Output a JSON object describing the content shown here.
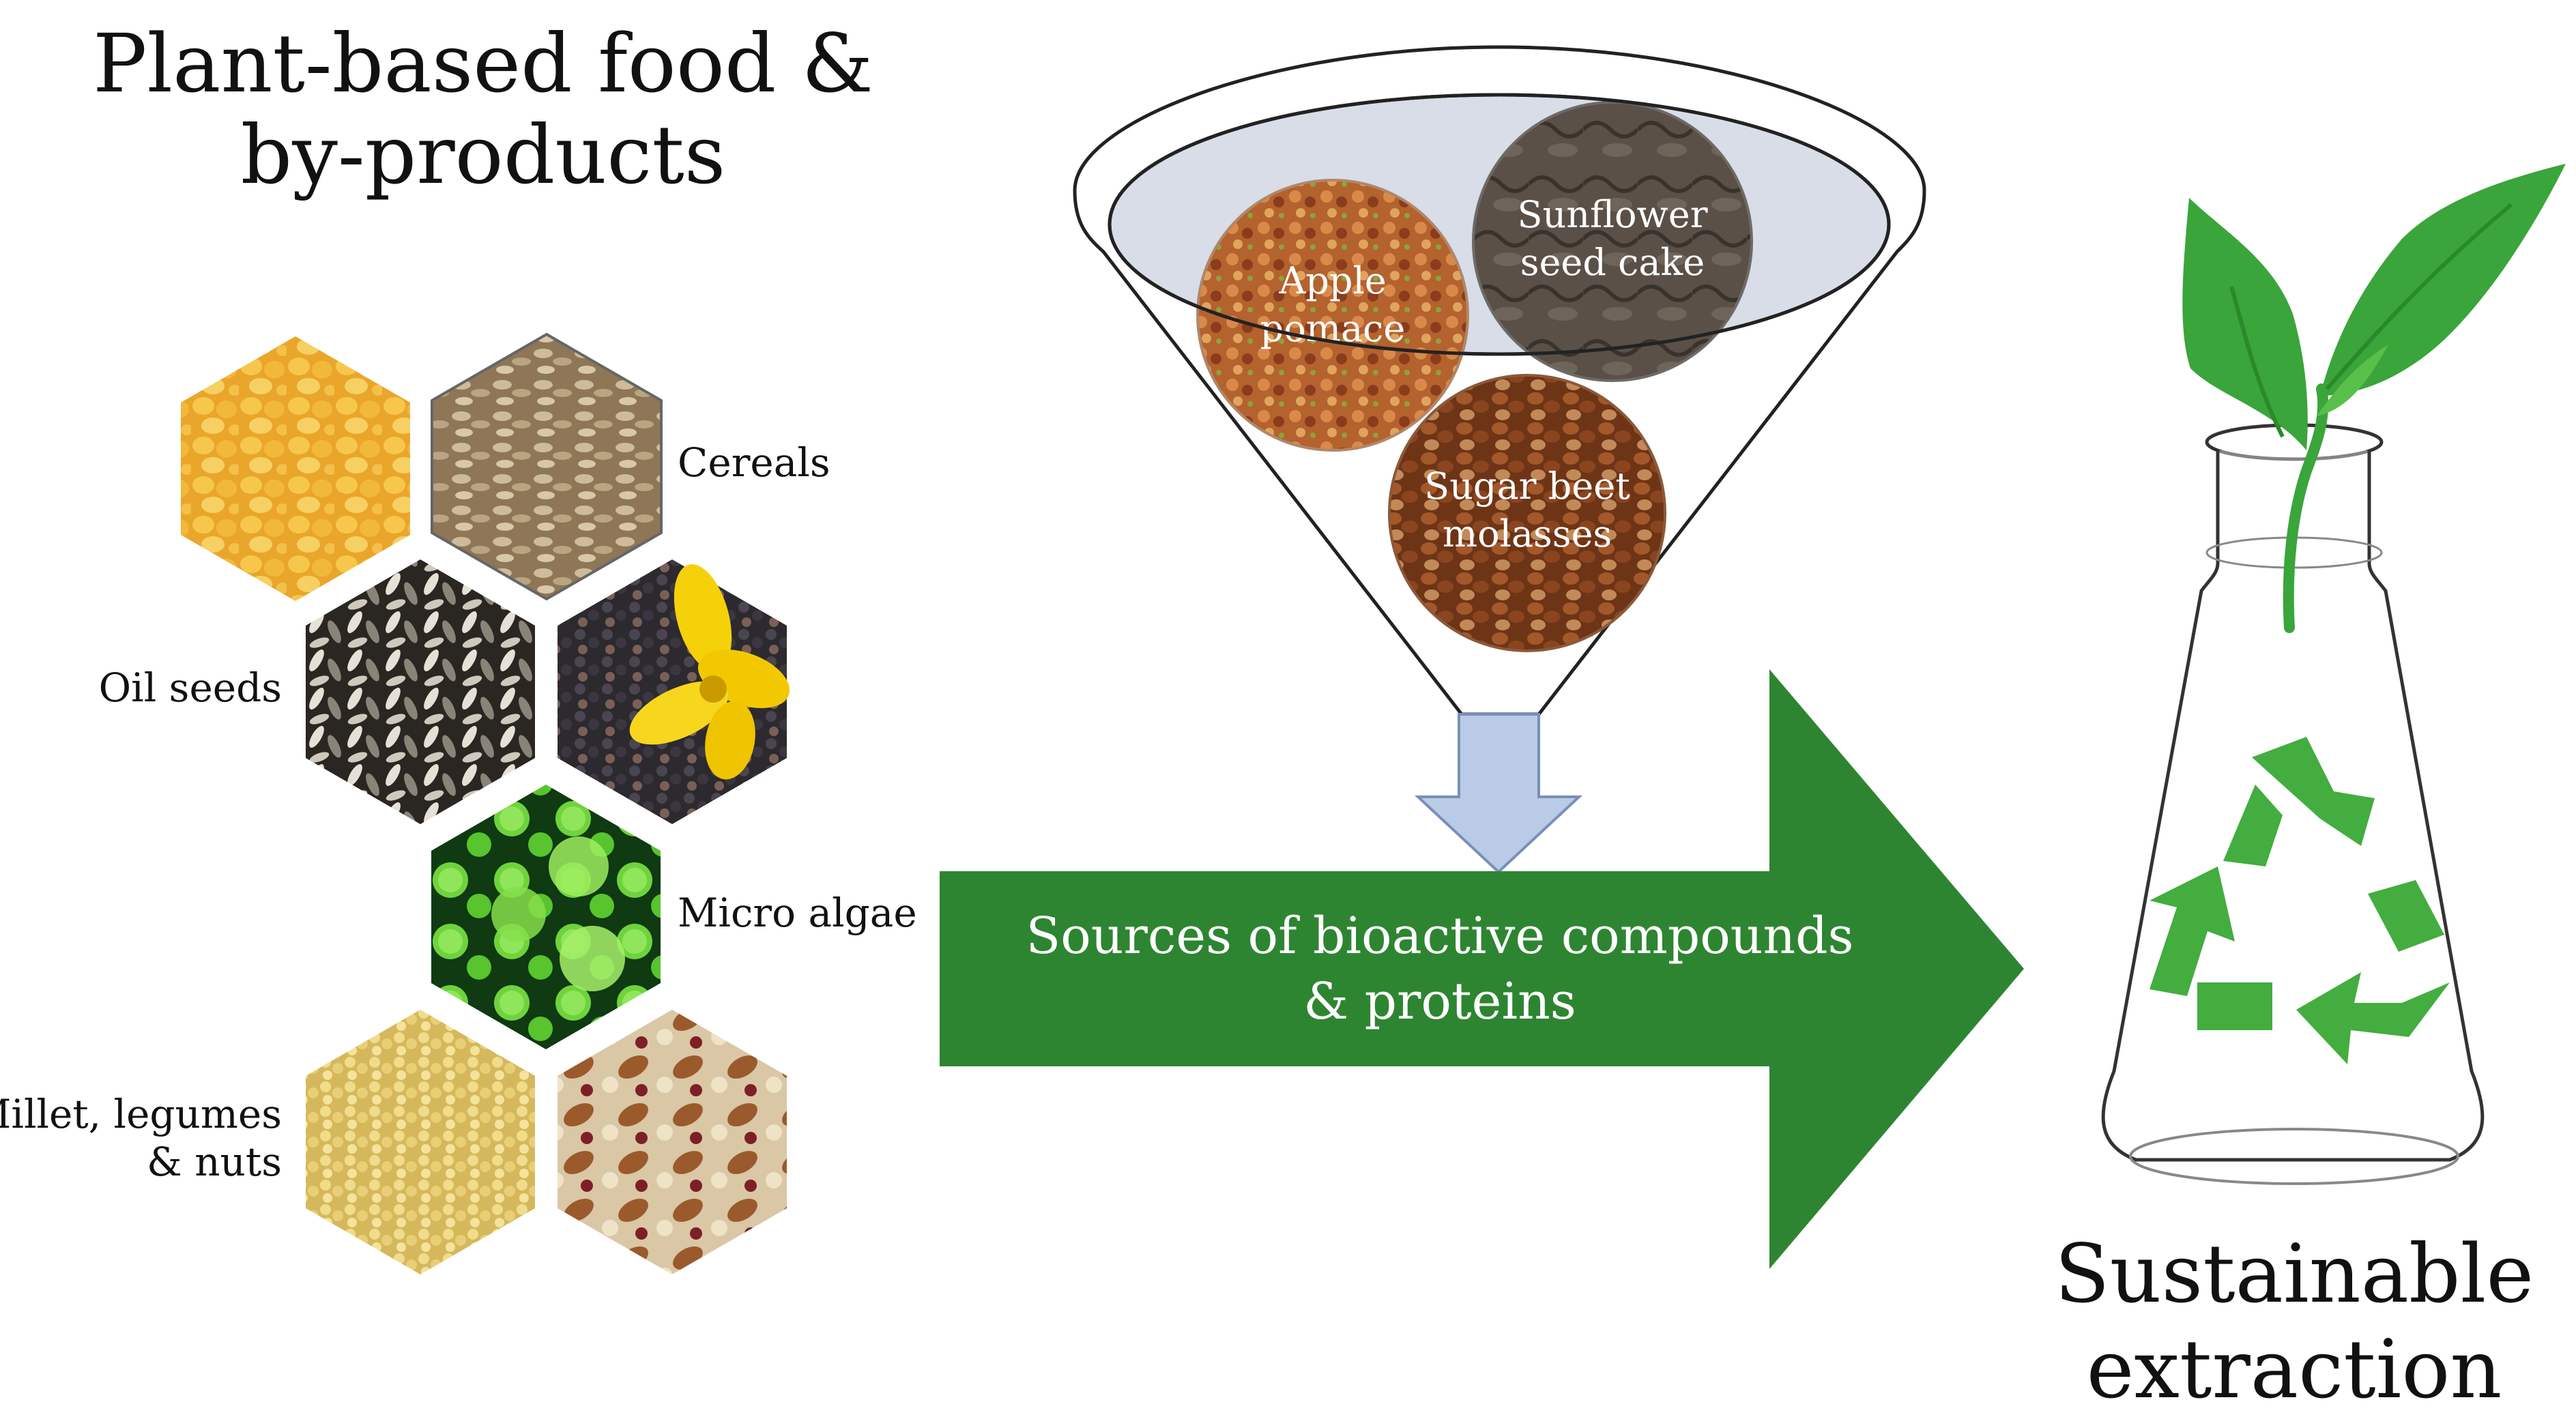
{
  "title": {
    "line1": "Plant-based food &",
    "line2": "by-products"
  },
  "categories": {
    "cereals": "Cereals",
    "oil_seeds": "Oil seeds",
    "micro_algae": "Micro algae",
    "millet_line1": "Millet, legumes",
    "millet_line2": "& nuts"
  },
  "funnel_items": {
    "apple_line1": "Apple",
    "apple_line2": "pomace",
    "sunflower_line1": "Sunflower",
    "sunflower_line2": "seed cake",
    "sugar_line1": "Sugar beet",
    "sugar_line2": "molasses"
  },
  "arrow": {
    "line1": "Sources of bioactive compounds",
    "line2": "& proteins"
  },
  "result": {
    "line1": "Sustainable",
    "line2": "extraction"
  },
  "colors": {
    "arrow_green": "#2e8531",
    "leaf_green": "#3aa53a",
    "recycle_green": "#43ad3f",
    "down_arrow_blue": "#b9cbe6"
  },
  "icons": {
    "funnel": "funnel-icon",
    "flask": "flask-icon",
    "recycle": "recycle-icon",
    "plant": "plant-sprout-icon"
  }
}
